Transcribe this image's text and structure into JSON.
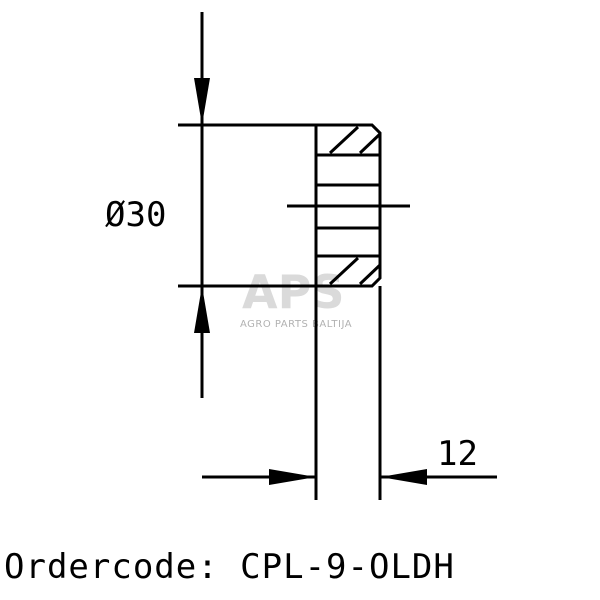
{
  "drawing": {
    "diameter_label": "Ø30",
    "width_label": "12",
    "ordercode_label": "Ordercode: CPL-9-OLDH"
  },
  "watermark": {
    "logo_text": "APS",
    "sub_text": "AGRO PARTS BALTIJA"
  },
  "colors": {
    "line": "#000000",
    "background": "#ffffff",
    "watermark": "#bdbdbd"
  }
}
